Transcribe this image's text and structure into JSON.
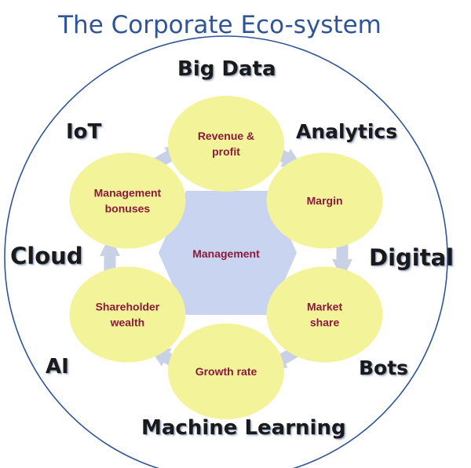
{
  "title": "The Corporate Eco-system",
  "center": "Management",
  "nodes": [
    "Revenue & profit",
    "Margin",
    "Market share",
    "Growth rate",
    "Shareholder wealth",
    "Management bonuses"
  ],
  "technologies": {
    "big_data": "Big Data",
    "analytics": "Analytics",
    "digital": "Digital",
    "bots": "Bots",
    "machine_learning": "Machine Learning",
    "ai": "AI",
    "cloud": "Cloud",
    "iot": "IoT"
  },
  "colors": {
    "title": "#2f5597",
    "ring": "#2f5597",
    "node_fill": "#f3f39a",
    "node_text": "#8b1a3a",
    "arrow": "#c9d1e6",
    "hexagon": "#c9d2ec"
  }
}
